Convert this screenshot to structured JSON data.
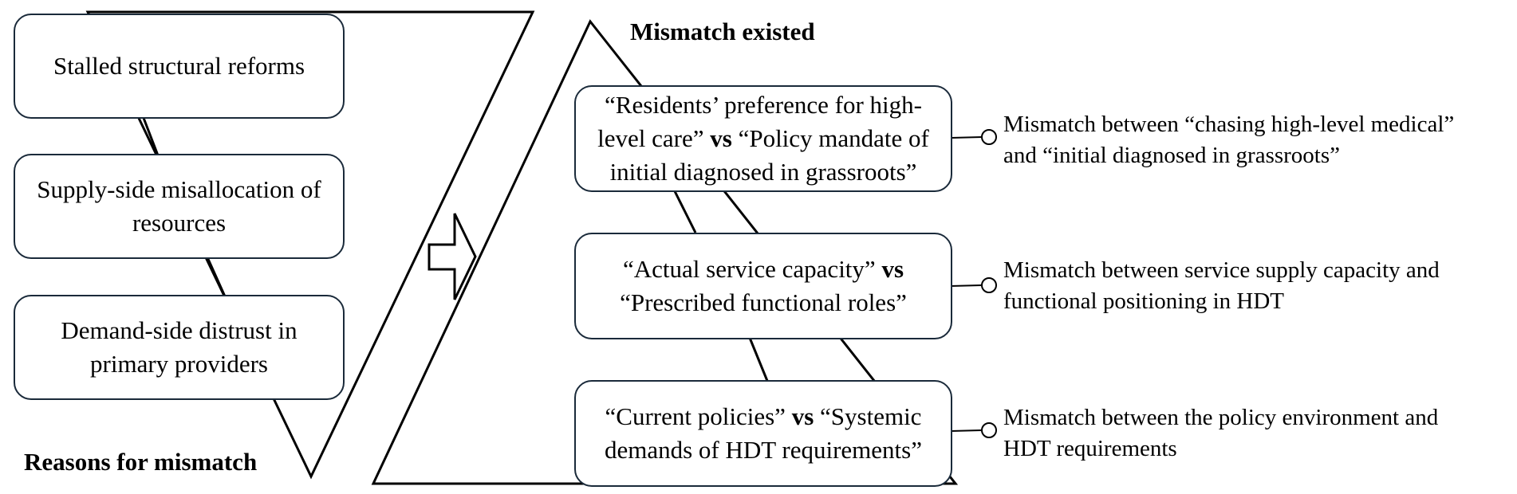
{
  "left_heading": "Reasons for mismatch",
  "right_heading": "Mismatch existed",
  "reasons": [
    "Stalled structural reforms",
    "Supply-side misallocation of resources",
    "Demand-side distrust in primary providers"
  ],
  "mismatches": [
    {
      "pre": "“Residents’ preference for high-level care”",
      "vs": "vs",
      "post": "“Policy mandate of initial diagnosed in grassroots”",
      "note_line1": "Mismatch between “chasing high-level medical”",
      "note_line2": "and “initial diagnosed in grassroots”"
    },
    {
      "pre": "“Actual service capacity”",
      "vs": "vs",
      "post": "“Prescribed functional roles”",
      "note_line1": "Mismatch between service supply capacity and",
      "note_line2": "functional positioning in HDT"
    },
    {
      "pre": "“Current policies”",
      "vs": "vs",
      "post": "“Systemic demands of HDT requirements”",
      "note_line1": "Mismatch between the policy environment and",
      "note_line2": "HDT requirements"
    }
  ],
  "icons": {
    "arrow": "right-arrow-icon",
    "connector": "circle-connector-icon"
  }
}
